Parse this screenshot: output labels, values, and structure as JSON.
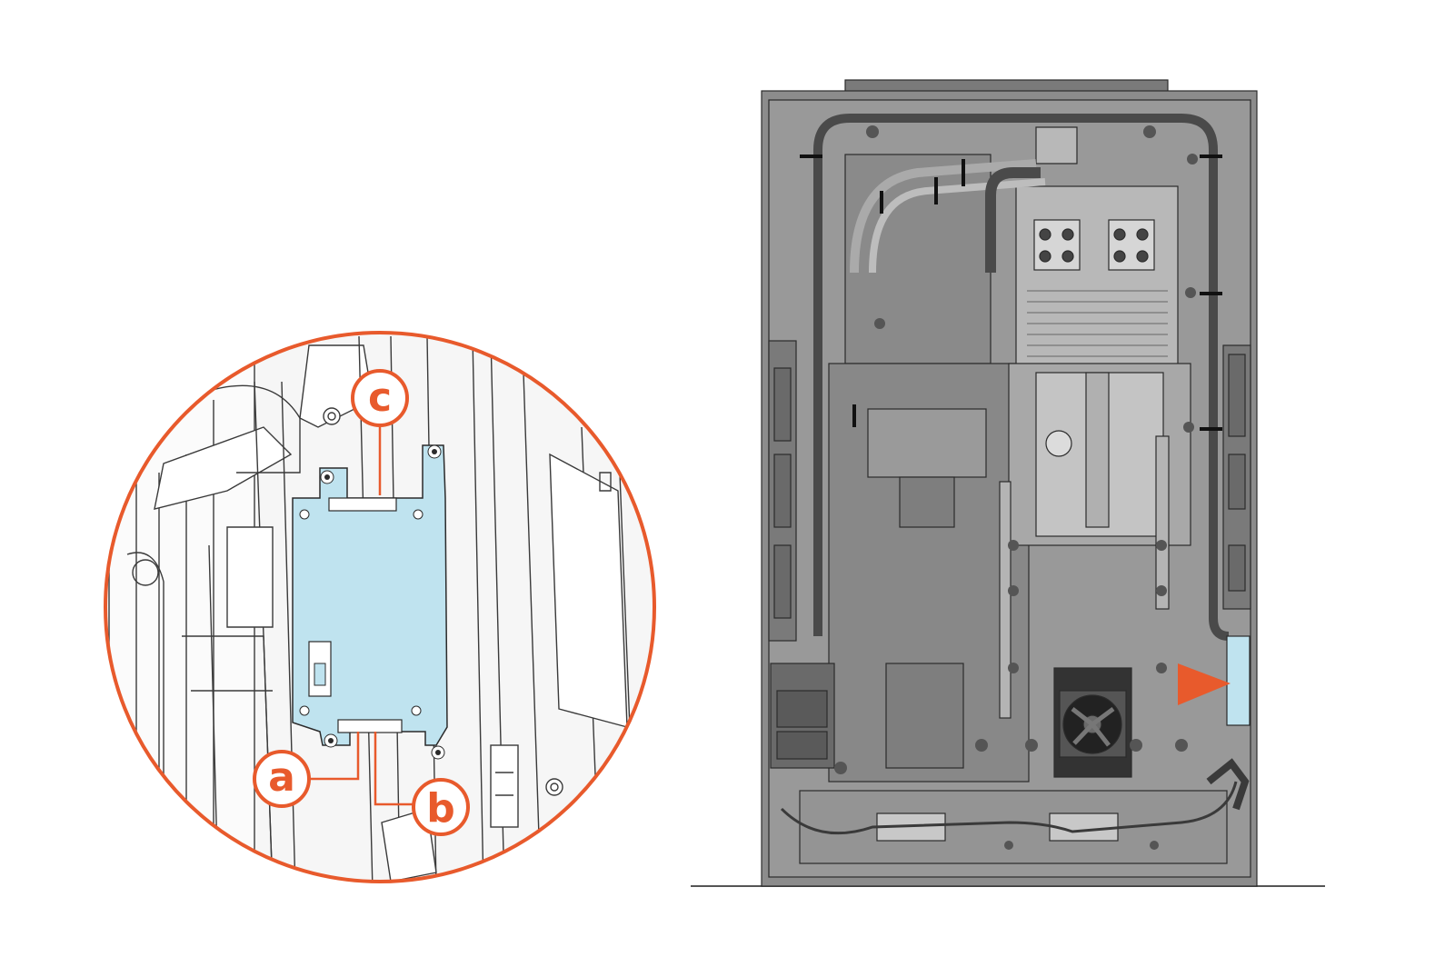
{
  "callouts": {
    "a": "a",
    "b": "b",
    "c": "c"
  },
  "colors": {
    "accent": "#e85a2c",
    "highlight": "#bfe3ef",
    "cabinet": "#8c8c8c",
    "cabinet_dark": "#5e5e5e",
    "line": "#2b2b2b",
    "cable": "#4a4a4a"
  },
  "icons": [
    "fan-icon",
    "arrow-pointer-icon"
  ]
}
